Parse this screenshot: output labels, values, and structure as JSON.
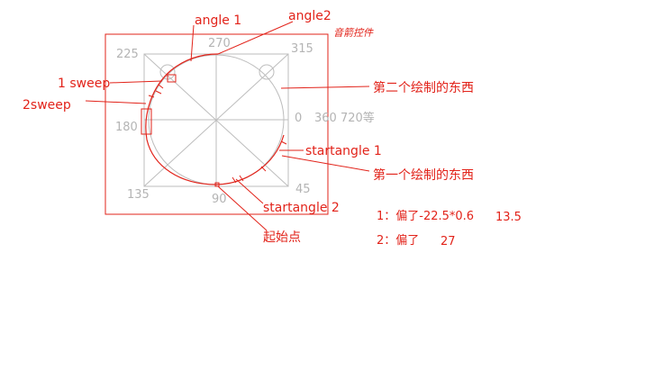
{
  "diagram": {
    "handwritten_title": "音箭控件",
    "angle_labels": {
      "a0": "0",
      "a45": "45",
      "a90": "90",
      "a135": "135",
      "a180": "180",
      "a225": "225",
      "a270": "270",
      "a315": "315"
    },
    "extra_angle_text": "360 720等",
    "annotations": {
      "angle1": "angle  1",
      "angle2": "angle2",
      "sweep1": "1 sweep",
      "sweep2": "2sweep",
      "second_drawn": "第二个绘制的东西",
      "first_drawn": "第一个绘制的东西",
      "startangle1": "startangle 1",
      "startangle2": "startangle 2",
      "start_point": "起始点"
    },
    "notes": {
      "line1_prefix": "1：偏了-22.5*0.6",
      "line1_value": "13.5",
      "line2_prefix": "2：偏了",
      "line2_value": "27"
    },
    "colors": {
      "annotation_red": "#e2231a",
      "grid_gray": "#b4b4b4"
    }
  }
}
